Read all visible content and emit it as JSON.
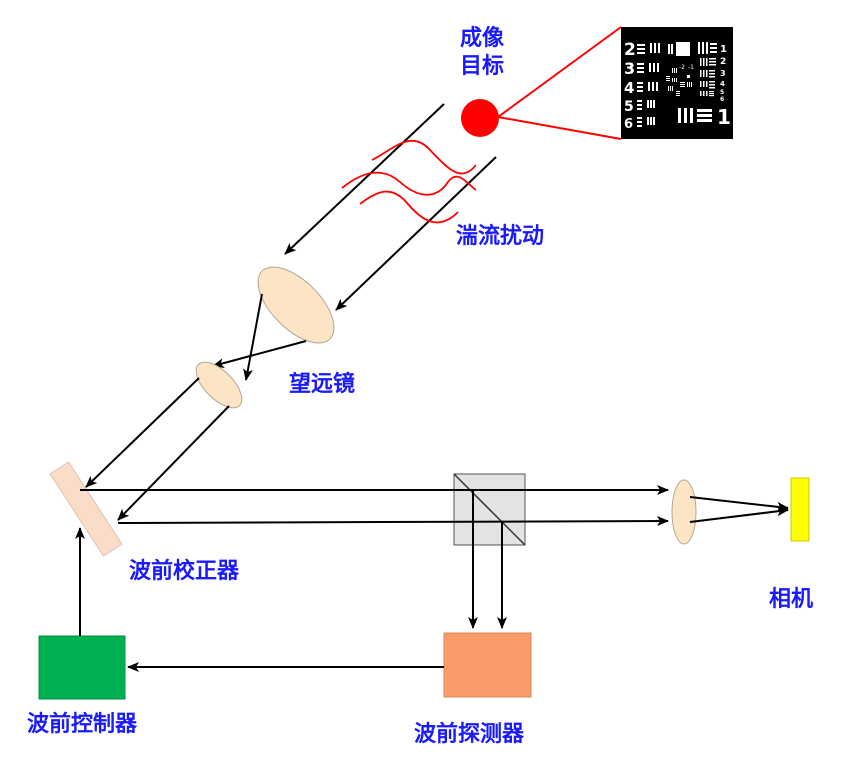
{
  "labels": {
    "target_line1": "成像",
    "target_line2": "目标",
    "turbulence": "湍流扰动",
    "telescope": "望远镜",
    "corrector": "波前校正器",
    "camera": "相机",
    "controller": "波前控制器",
    "detector": "波前探测器"
  },
  "target_chart": {
    "left_numbers": [
      "2",
      "3",
      "4",
      "5",
      "6"
    ],
    "right_numbers": [
      "1",
      "2",
      "3",
      "4",
      "5",
      "6"
    ],
    "inner_numbers": [
      "-2",
      "-1"
    ],
    "big_one": "1"
  },
  "colors": {
    "label_text": "#1a1aff",
    "target": "#ff0000",
    "turbulence": "#ff0000",
    "lens": "#fbe5c4",
    "corrector": "#f9ddc8",
    "camera": "#ffff00",
    "controller": "#00b050",
    "detector": "#f89c6a",
    "beamsplitter": "#d9d9d9"
  }
}
